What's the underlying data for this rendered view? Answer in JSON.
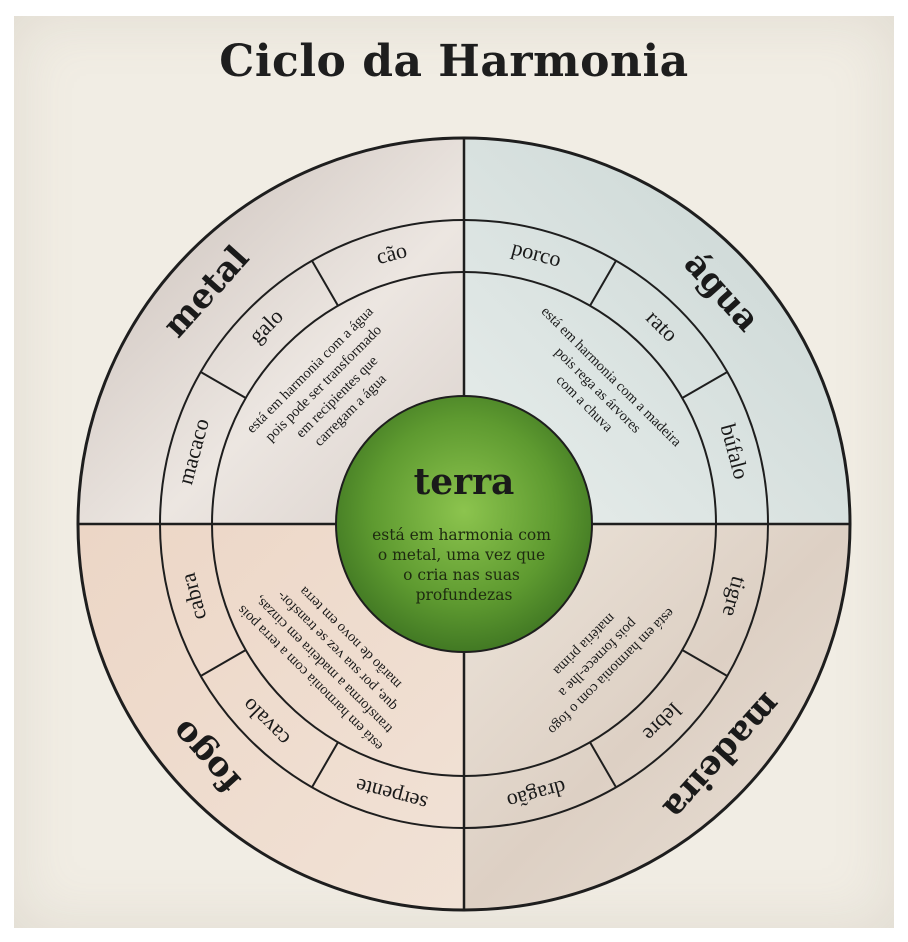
{
  "title": "Ciclo da Harmonia",
  "center": {
    "element": "terra",
    "description": [
      "está em harmonia com",
      "o metal, uma vez que",
      "o cria nas suas",
      "profundezas"
    ]
  },
  "quadrants": [
    {
      "id": "metal",
      "element": "metal",
      "animals": [
        "macaco",
        "galo",
        "cão"
      ],
      "description": [
        "está em harmonia com a água",
        "pois pode ser transformado",
        "em recipientes que",
        "carregam a água"
      ],
      "color": "#e4dcd6"
    },
    {
      "id": "agua",
      "element": "água",
      "animals": [
        "porco",
        "rato",
        "búfalo"
      ],
      "description": [
        "está em harmonia com a madeira",
        "pois rega as árvores",
        "com a chuva"
      ],
      "color": "#dde4e2"
    },
    {
      "id": "madeira",
      "element": "madeira",
      "animals": [
        "tigre",
        "lebre",
        "dragão"
      ],
      "description": [
        "está em harmonia com o fogo",
        "pois fornece-lhe a",
        "matéria prima"
      ],
      "color": "#e6ddd3"
    },
    {
      "id": "fogo",
      "element": "fogo",
      "animals": [
        "serpente",
        "cavalo",
        "cabra"
      ],
      "description": [
        "está em harmonia com a terra pois",
        "transforma a madeira em cinzas,",
        "que, por sua vez se transfor-",
        "marão de novo em terra"
      ],
      "color": "#ecd9cb"
    }
  ],
  "colors": {
    "line": "#1e1e1e",
    "center_green": "#6aa43a",
    "center_green_dark": "#3d7a22"
  }
}
